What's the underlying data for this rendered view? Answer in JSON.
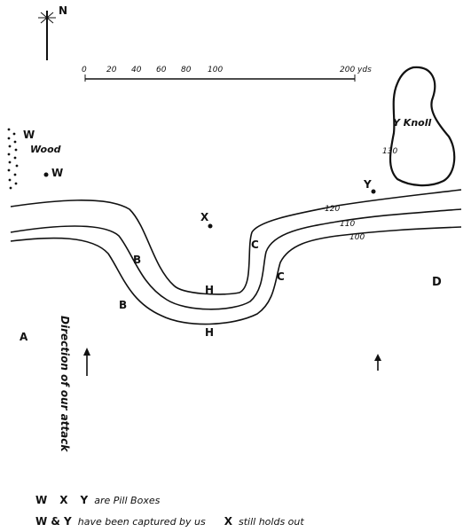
{
  "compass": {
    "north_label": "N"
  },
  "scale_bar": {
    "ticks": [
      "0",
      "20",
      "40",
      "60",
      "80",
      "100",
      "200 yds"
    ]
  },
  "places": {
    "wood_label": "Wood",
    "knoll_label": "Y Knoll",
    "knoll_height": "130"
  },
  "pillboxes": [
    {
      "id": "W",
      "label": "W"
    },
    {
      "id": "W2",
      "label": "W"
    },
    {
      "id": "X",
      "label": "X"
    },
    {
      "id": "Y",
      "label": "Y"
    }
  ],
  "contours": [
    {
      "label": "120"
    },
    {
      "label": "110"
    },
    {
      "label": "100"
    }
  ],
  "point_labels": {
    "A": "A",
    "B1": "B",
    "B2": "B",
    "C1": "C",
    "C2": "C",
    "H1": "H",
    "H2": "H",
    "D": "D"
  },
  "attack": {
    "direction_text": "Direction of our attack"
  },
  "legend": {
    "line1": {
      "w": "W",
      "x": "X",
      "y": "Y",
      "text": "are Pill Boxes"
    },
    "line2": {
      "wy": "W & Y",
      "text": "have been captured by us",
      "x": "X",
      "text2": "still holds out"
    }
  },
  "colors": {
    "ink": "#111111",
    "paper": "#ffffff"
  }
}
